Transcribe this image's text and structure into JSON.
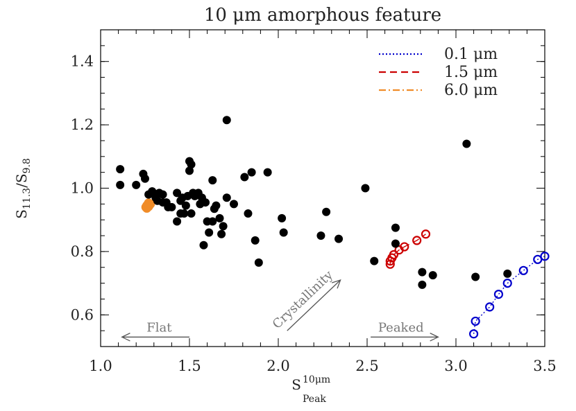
{
  "chart_data": {
    "type": "scatter",
    "title": "10 μm amorphous feature",
    "ylabel": {
      "main": "S",
      "sub": "11.3",
      "mid": "/S",
      "sub2": "9.8"
    },
    "xlabel": {
      "main": "S",
      "sup": "10μm",
      "sub": "Peak"
    },
    "xlim": [
      1.0,
      3.5
    ],
    "ylim": [
      0.5,
      1.5
    ],
    "xticks": [
      1.0,
      1.5,
      2.0,
      2.5,
      3.0,
      3.5
    ],
    "xtick_labels": [
      "1.0",
      "1.5",
      "2.0",
      "2.5",
      "3.0",
      "3.5"
    ],
    "yticks": [
      0.6,
      0.8,
      1.0,
      1.2,
      1.4
    ],
    "ytick_labels": [
      "0.6",
      "0.8",
      "1.0",
      "1.2",
      "1.4"
    ],
    "grid": false,
    "legend_position": "top-right",
    "legend": [
      {
        "label": "0.1 μm",
        "color": "#0000cc",
        "dash": "dotted"
      },
      {
        "label": "1.5 μm",
        "color": "#cc0000",
        "dash": "dashed"
      },
      {
        "label": "6.0 μm",
        "color": "#f08c28",
        "dash": "dashdot"
      }
    ],
    "observations": {
      "color": "#000000",
      "points": [
        [
          1.11,
          1.06
        ],
        [
          1.11,
          1.01
        ],
        [
          1.2,
          1.01
        ],
        [
          1.24,
          1.045
        ],
        [
          1.25,
          1.03
        ],
        [
          1.27,
          0.98
        ],
        [
          1.29,
          0.99
        ],
        [
          1.31,
          0.97
        ],
        [
          1.32,
          0.96
        ],
        [
          1.33,
          0.985
        ],
        [
          1.35,
          0.955
        ],
        [
          1.35,
          0.98
        ],
        [
          1.37,
          0.955
        ],
        [
          1.38,
          0.94
        ],
        [
          1.4,
          0.94
        ],
        [
          1.43,
          0.985
        ],
        [
          1.43,
          0.895
        ],
        [
          1.45,
          0.92
        ],
        [
          1.45,
          0.96
        ],
        [
          1.46,
          0.97
        ],
        [
          1.47,
          0.92
        ],
        [
          1.48,
          0.945
        ],
        [
          1.49,
          0.975
        ],
        [
          1.5,
          1.085
        ],
        [
          1.5,
          1.055
        ],
        [
          1.51,
          1.075
        ],
        [
          1.51,
          0.92
        ],
        [
          1.52,
          0.985
        ],
        [
          1.53,
          0.975
        ],
        [
          1.55,
          0.985
        ],
        [
          1.56,
          0.95
        ],
        [
          1.57,
          0.97
        ],
        [
          1.58,
          0.82
        ],
        [
          1.59,
          0.955
        ],
        [
          1.6,
          0.895
        ],
        [
          1.61,
          0.86
        ],
        [
          1.63,
          1.025
        ],
        [
          1.63,
          0.895
        ],
        [
          1.64,
          0.935
        ],
        [
          1.65,
          0.945
        ],
        [
          1.67,
          0.905
        ],
        [
          1.68,
          0.855
        ],
        [
          1.69,
          0.88
        ],
        [
          1.71,
          0.97
        ],
        [
          1.71,
          1.215
        ],
        [
          1.75,
          0.95
        ],
        [
          1.81,
          1.035
        ],
        [
          1.83,
          0.92
        ],
        [
          1.85,
          1.05
        ],
        [
          1.87,
          0.835
        ],
        [
          1.89,
          0.765
        ],
        [
          1.94,
          1.05
        ],
        [
          2.02,
          0.905
        ],
        [
          2.03,
          0.86
        ],
        [
          2.24,
          0.85
        ],
        [
          2.27,
          0.925
        ],
        [
          2.34,
          0.84
        ],
        [
          2.49,
          1.0
        ],
        [
          2.54,
          0.77
        ],
        [
          2.66,
          0.875
        ],
        [
          2.66,
          0.825
        ],
        [
          2.81,
          0.735
        ],
        [
          2.81,
          0.695
        ],
        [
          2.87,
          0.725
        ],
        [
          3.06,
          1.14
        ],
        [
          3.11,
          0.72
        ],
        [
          3.29,
          0.73
        ]
      ]
    },
    "series": [
      {
        "name": "0.1 μm",
        "color": "#0000cc",
        "dash": "dotted",
        "points": [
          [
            3.1,
            0.54
          ],
          [
            3.11,
            0.58
          ],
          [
            3.19,
            0.625
          ],
          [
            3.24,
            0.665
          ],
          [
            3.29,
            0.7
          ],
          [
            3.38,
            0.74
          ],
          [
            3.46,
            0.775
          ],
          [
            3.5,
            0.785
          ]
        ]
      },
      {
        "name": "1.5 μm",
        "color": "#cc0000",
        "dash": "dashed",
        "points": [
          [
            2.63,
            0.76
          ],
          [
            2.63,
            0.77
          ],
          [
            2.64,
            0.78
          ],
          [
            2.65,
            0.79
          ],
          [
            2.68,
            0.805
          ],
          [
            2.71,
            0.815
          ],
          [
            2.78,
            0.835
          ],
          [
            2.83,
            0.855
          ]
        ]
      },
      {
        "name": "6.0 μm",
        "color": "#f08c28",
        "dash": "dashdot",
        "points": [
          [
            1.255,
            0.94
          ],
          [
            1.26,
            0.945
          ],
          [
            1.265,
            0.948
          ],
          [
            1.27,
            0.942
          ],
          [
            1.275,
            0.947
          ],
          [
            1.28,
            0.95
          ],
          [
            1.26,
            0.937
          ],
          [
            1.27,
            0.953
          ]
        ]
      }
    ],
    "annotations": [
      {
        "text": "Flat",
        "arrow_from": [
          1.5,
          0.53
        ],
        "arrow_to": [
          1.12,
          0.53
        ]
      },
      {
        "text": "Peaked",
        "arrow_from": [
          2.52,
          0.53
        ],
        "arrow_to": [
          2.9,
          0.53
        ]
      },
      {
        "text": "Crystallinity",
        "arrow_from": [
          2.05,
          0.55
        ],
        "arrow_to": [
          2.35,
          0.71
        ]
      }
    ]
  }
}
